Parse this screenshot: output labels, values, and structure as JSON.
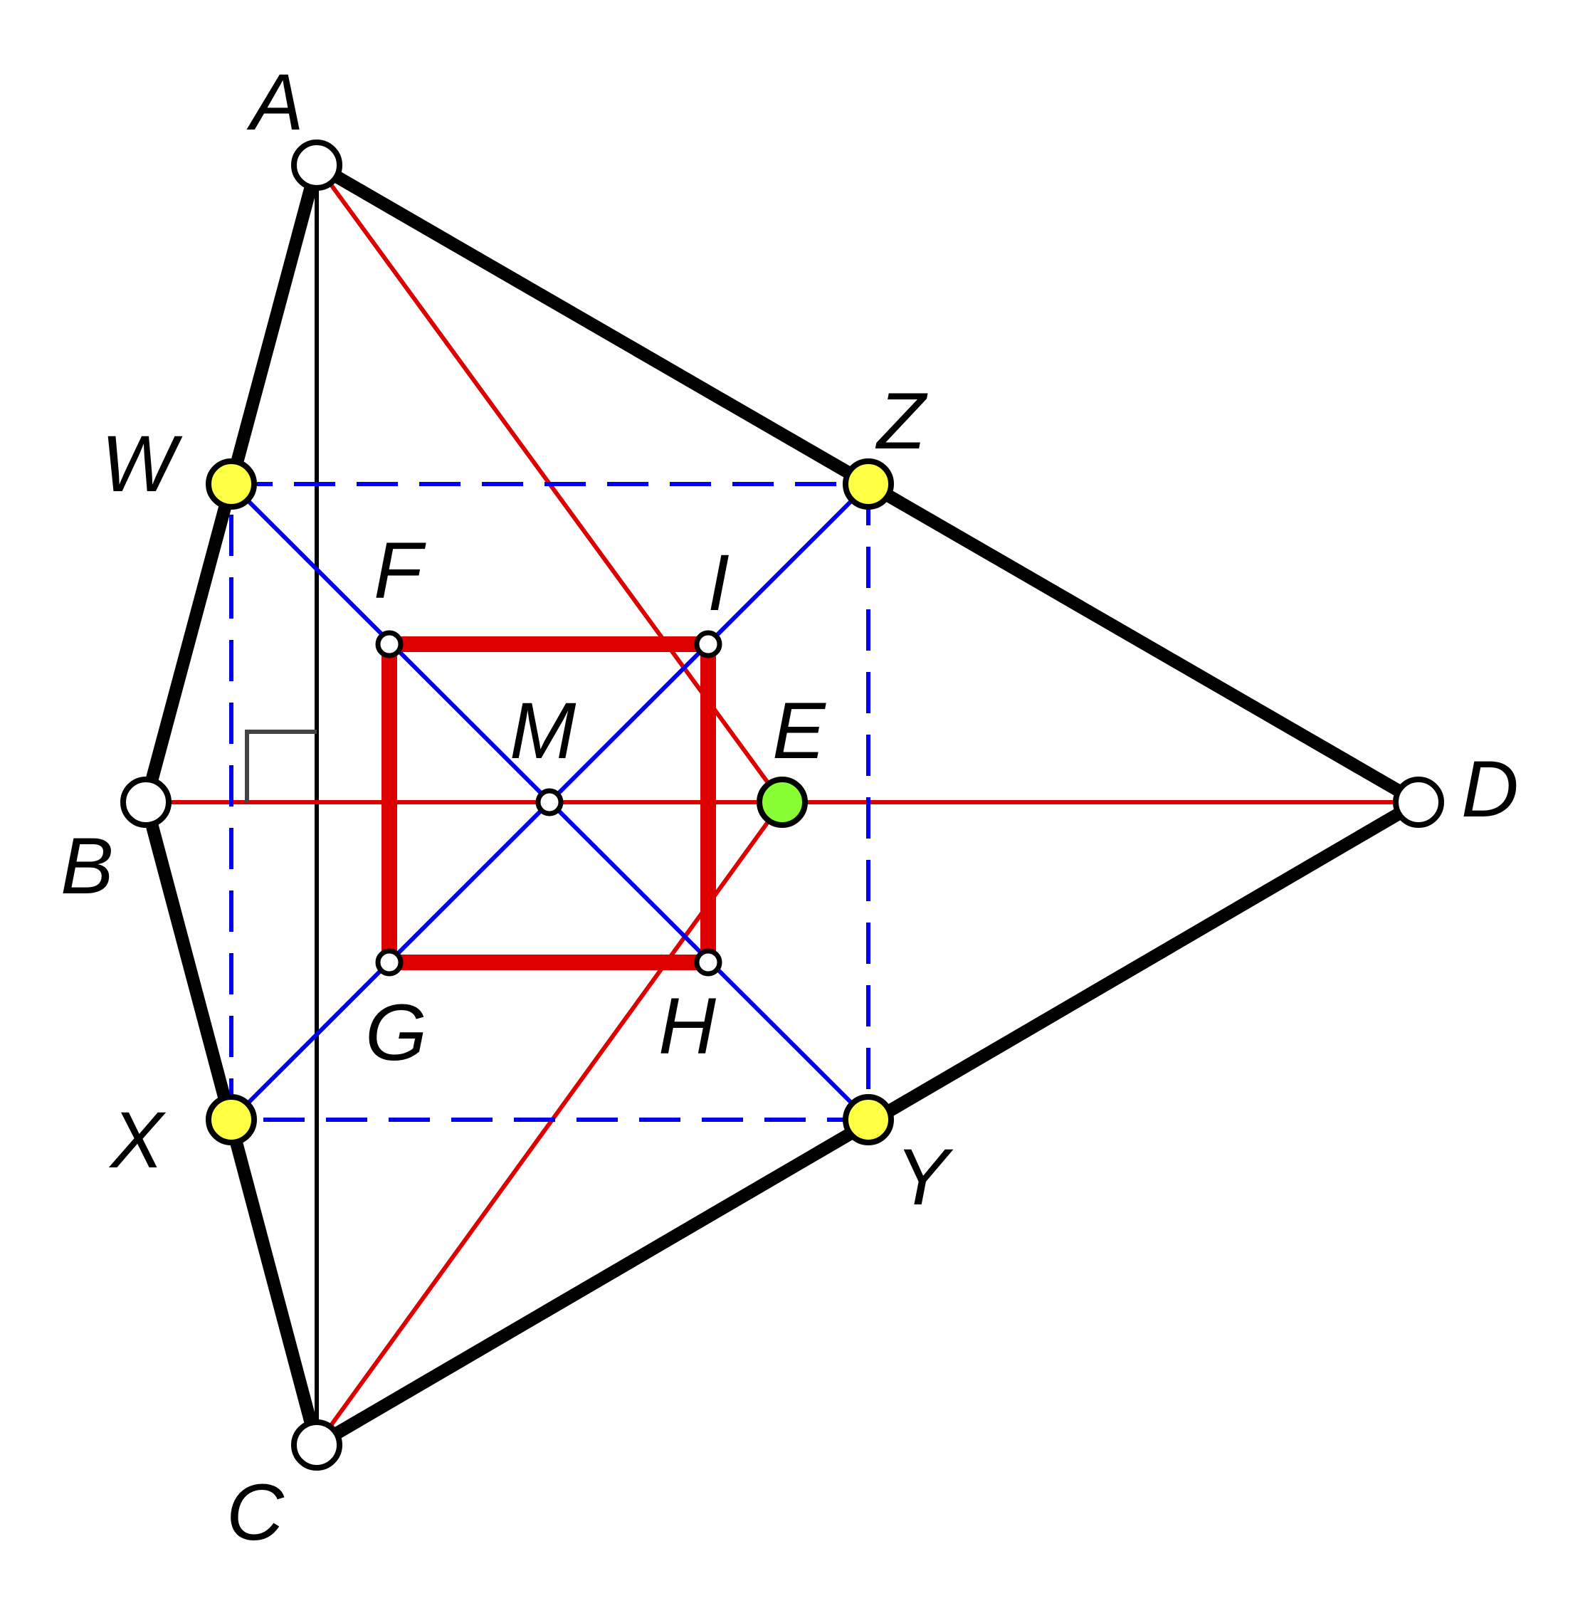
{
  "labels": {
    "A": "A",
    "B": "B",
    "C": "C",
    "D": "D",
    "E": "E",
    "F": "F",
    "G": "G",
    "H": "H",
    "I": "I",
    "M": "M",
    "W": "W",
    "X": "X",
    "Y": "Y",
    "Z": "Z"
  },
  "colors": {
    "quadrilateral": "#000000",
    "red_lines": "#dd0000",
    "blue_lines": "#0000ee",
    "midpoint_fill": "#ffff44",
    "point_E_fill": "#88ff33",
    "vertex_fill": "#ffffff"
  }
}
